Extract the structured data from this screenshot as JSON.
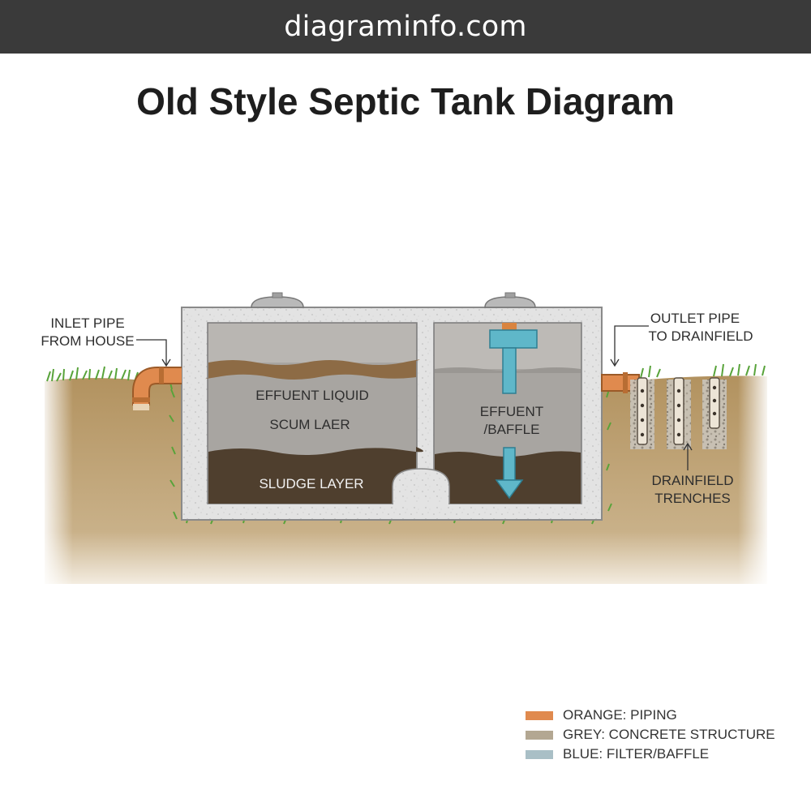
{
  "header": {
    "site_name": "diagraminfo.com"
  },
  "title": "Old Style Septic Tank Diagram",
  "labels": {
    "inlet_line1": "INLET PIPE",
    "inlet_line2": "FROM HOUSE",
    "outlet_line1": "OUTLET PIPE",
    "outlet_line2": "TO DRAINFIELD",
    "effluent_liquid": "EFFUENT LIQUID",
    "scum_layer": "SCUM LAER",
    "sludge_layer": "SLUDGE LAYER",
    "baffle_line1": "EFFUENT",
    "baffle_line2": "/BAFFLE",
    "drainfield_line1": "DRAINFIELD",
    "drainfield_line2": "TRENCHES"
  },
  "legend": [
    {
      "color": "#e08a4e",
      "label": "ORANGE: PIPING"
    },
    {
      "color": "#b3a792",
      "label": "GREY: CONCRETE STRUCTURE"
    },
    {
      "color": "#a9bfc6",
      "label": "BLUE: FILTER/BAFFLE"
    }
  ],
  "colors": {
    "pipe": "#d9843f",
    "concrete": "#e2e2e2",
    "soil": "#b99b6b",
    "liquid": "#a8a5a1",
    "scum": "#8d6b45",
    "sludge": "#4f3f2e",
    "baffle": "#5fb7c9",
    "grass": "#58a33a"
  }
}
